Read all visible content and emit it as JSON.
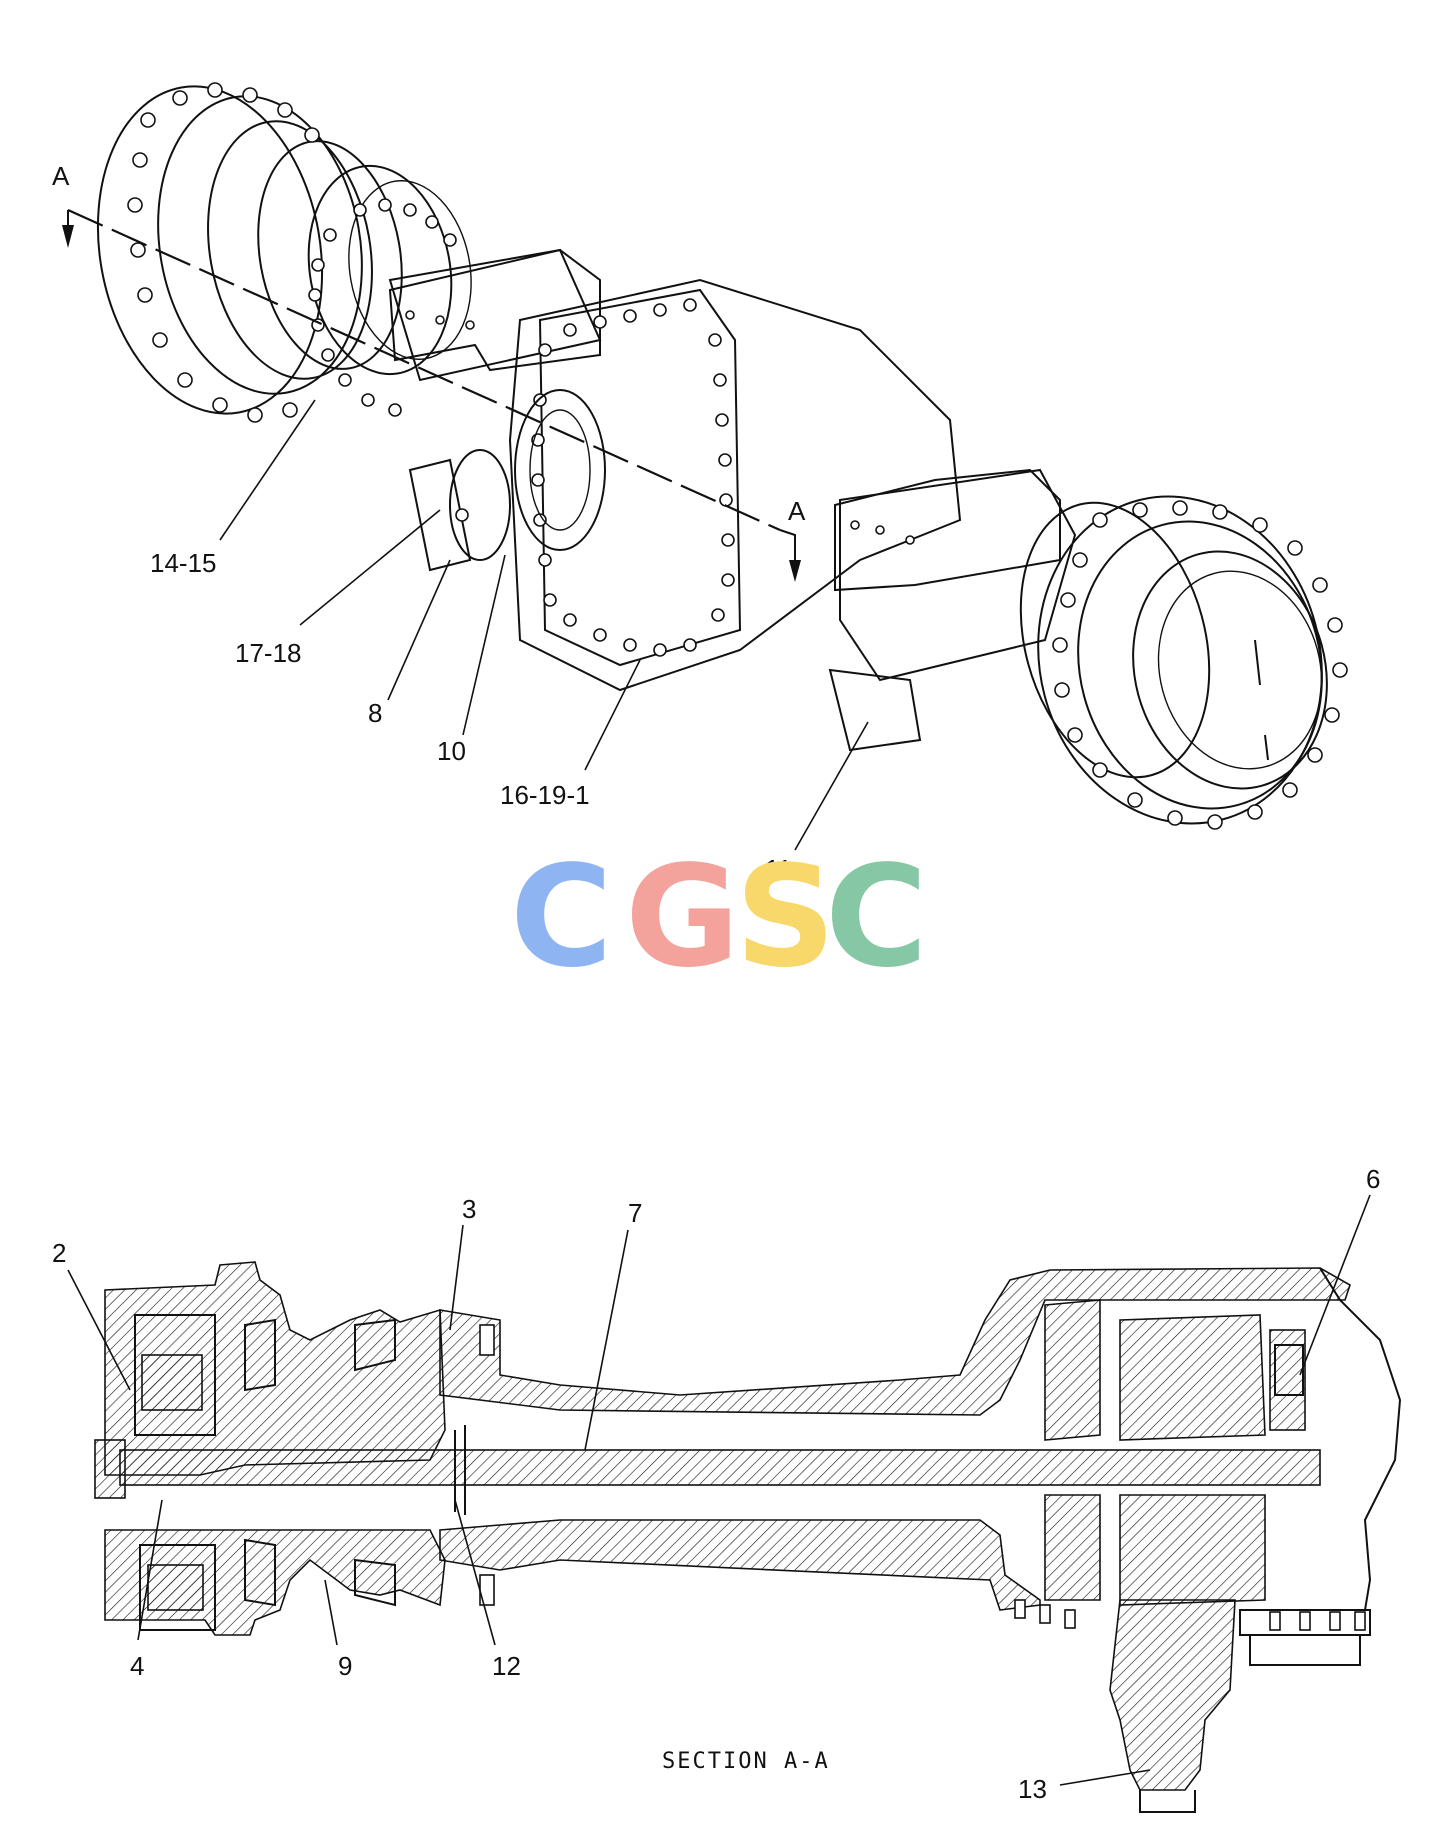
{
  "labels": {
    "section_mark_top": "A",
    "section_mark_right": "A",
    "p14_15": "14-15",
    "p17_18": "17-18",
    "p8": "8",
    "p10": "10",
    "p16_19_1": "16-19-1",
    "p11": "11",
    "p2": "2",
    "p3": "3",
    "p7": "7",
    "p6": "6",
    "p4": "4",
    "p9": "9",
    "p12": "12",
    "p13": "13"
  },
  "section_title": "SECTION A-A",
  "watermark": {
    "letters": [
      "C",
      "G",
      "S",
      "C"
    ],
    "colors": [
      "#8fb4f2",
      "#f4a29c",
      "#f8d86a",
      "#86c7a6"
    ]
  }
}
